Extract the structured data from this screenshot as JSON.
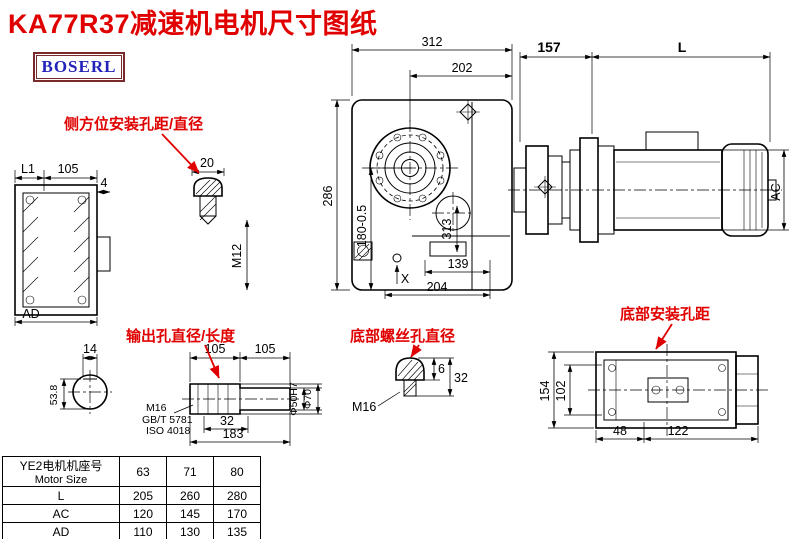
{
  "title": "KA77R37减速机电机尺寸图纸",
  "brand": "BOSERL",
  "annotations": {
    "side_mount": "侧方位安装孔距/直径",
    "output_hole": "输出孔直径/长度",
    "bottom_screw": "底部螺丝孔直径",
    "bottom_mount": "底部安装孔距"
  },
  "dims": {
    "width_312": "312",
    "width_202": "202",
    "len_157": "157",
    "len_L": "L",
    "height_286": "286",
    "height_180": "180-0.5",
    "height_313": "313",
    "base_139": "139",
    "base_204": "204",
    "ref_X": "X",
    "thread_M12": "M12",
    "bolt_20": "20",
    "side_L1": "L1",
    "side_105": "105",
    "side_4": "4",
    "side_AD": "AD",
    "motor_AC": "AC",
    "out_105_a": "105",
    "out_105_b": "105",
    "out_M16": "M16",
    "out_GB": "GB/T 5781",
    "out_ISO": "ISO 4018",
    "out_32": "32",
    "out_183": "183",
    "out_d50": "Φ50H7",
    "out_d70": "Φ70",
    "key_14": "14",
    "key_538": "53.8",
    "bot_M16": "M16",
    "bot_6": "6",
    "bot_32": "32",
    "bv_154": "154",
    "bv_102": "102",
    "bv_48": "48",
    "bv_122": "122"
  },
  "table": {
    "header_cn": "YE2电机机座号",
    "header_en": "Motor Size",
    "sizes": [
      "63",
      "71",
      "80"
    ],
    "rows": [
      {
        "label": "L",
        "values": [
          "205",
          "260",
          "280"
        ]
      },
      {
        "label": "AC",
        "values": [
          "120",
          "145",
          "170"
        ]
      },
      {
        "label": "AD",
        "values": [
          "110",
          "130",
          "135"
        ]
      }
    ]
  }
}
